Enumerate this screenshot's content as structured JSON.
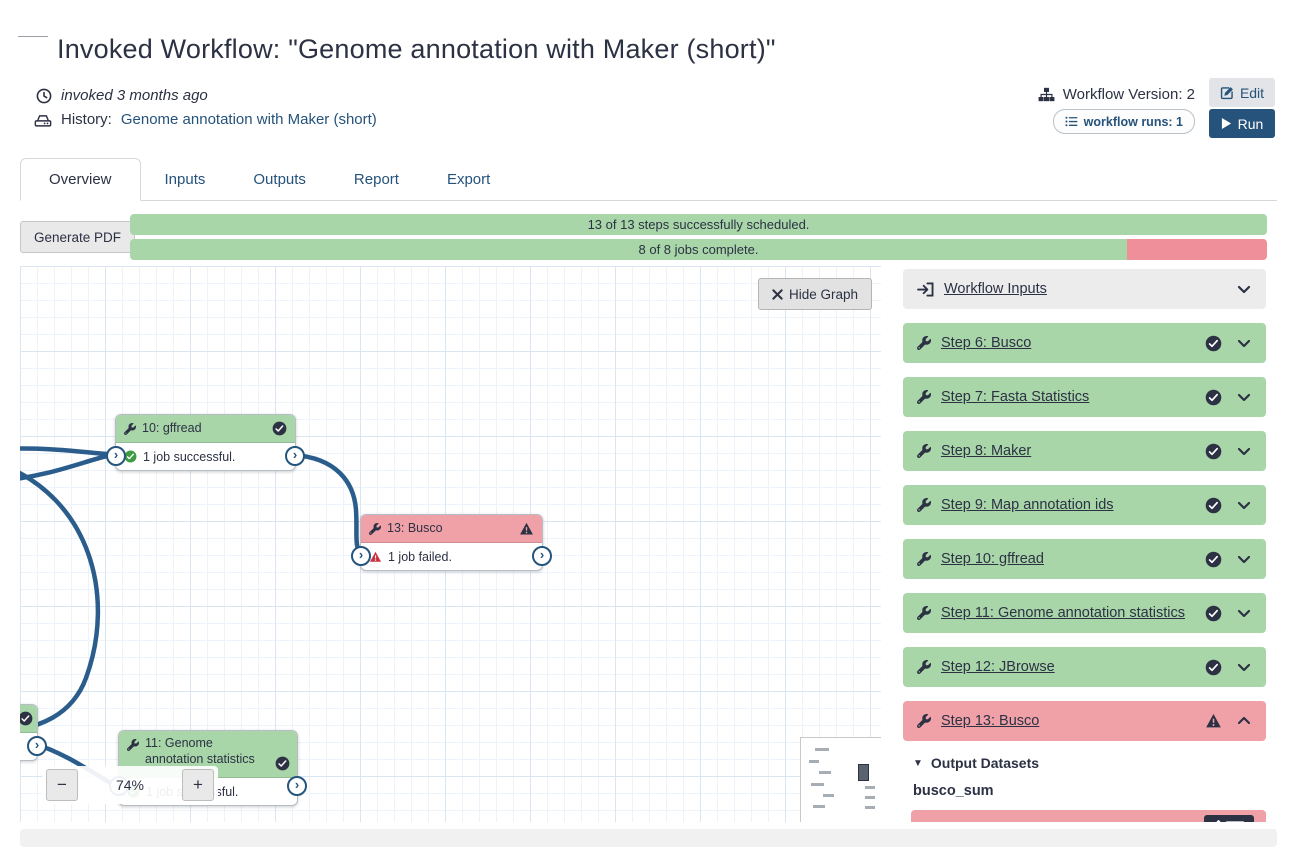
{
  "page": {
    "title": "Invoked Workflow: \"Genome annotation with Maker (short)\""
  },
  "meta": {
    "invoked_text": "invoked 3 months ago",
    "history_label": "History:",
    "history_link": "Genome annotation with Maker (short)",
    "workflow_version": "Workflow Version: 2",
    "edit_button": "Edit",
    "workflow_runs_badge": "workflow runs: 1",
    "run_button": "Run"
  },
  "tabs": [
    {
      "label": "Overview",
      "active": true
    },
    {
      "label": "Inputs",
      "active": false
    },
    {
      "label": "Outputs",
      "active": false
    },
    {
      "label": "Report",
      "active": false
    },
    {
      "label": "Export",
      "active": false
    }
  ],
  "actions": {
    "generate_pdf": "Generate PDF"
  },
  "progress": {
    "steps_bar": {
      "label": "13 of 13 steps successfully scheduled.",
      "green_pct": 100,
      "red_pct": 0
    },
    "jobs_bar": {
      "label": "8 of 8 jobs complete.",
      "green_pct": 87.7,
      "red_pct": 12.3
    }
  },
  "graph": {
    "hide_button": "Hide Graph",
    "zoom_level": "74%",
    "zoom_out": "−",
    "zoom_in": "+",
    "port_glyph": "›",
    "nodes": [
      {
        "title": "10: gffread",
        "status": "1 job successful.",
        "state": "ok"
      },
      {
        "title": "13: Busco",
        "status": "1 job failed.",
        "state": "error"
      },
      {
        "title": "11: Genome annotation statistics",
        "status": "1 job successful.",
        "state": "ok"
      }
    ]
  },
  "steps": {
    "workflow_inputs": "Workflow Inputs",
    "items": [
      {
        "label": "Step 6: Busco",
        "state": "ok"
      },
      {
        "label": "Step 7: Fasta Statistics",
        "state": "ok"
      },
      {
        "label": "Step 8: Maker",
        "state": "ok"
      },
      {
        "label": "Step 9: Map annotation ids",
        "state": "ok"
      },
      {
        "label": "Step 10: gffread",
        "state": "ok"
      },
      {
        "label": "Step 11: Genome annotation statistics",
        "state": "ok"
      },
      {
        "label": "Step 12: JBrowse",
        "state": "ok"
      },
      {
        "label": "Step 13: Busco",
        "state": "error",
        "expanded": true
      }
    ],
    "expanded": {
      "output_datasets_heading": "Output Datasets",
      "caret": "▼",
      "dataset_name": "busco_sum"
    }
  },
  "colors": {
    "success_bg": "#a9d6a9",
    "error_bg": "#f0a1a8",
    "error_bar": "#ef8f99",
    "navy": "#2c3143",
    "link": "#25537b",
    "edge_blue": "#2a5d8c",
    "success_icon": "#3f9c45",
    "fail_icon": "#c9303c"
  }
}
